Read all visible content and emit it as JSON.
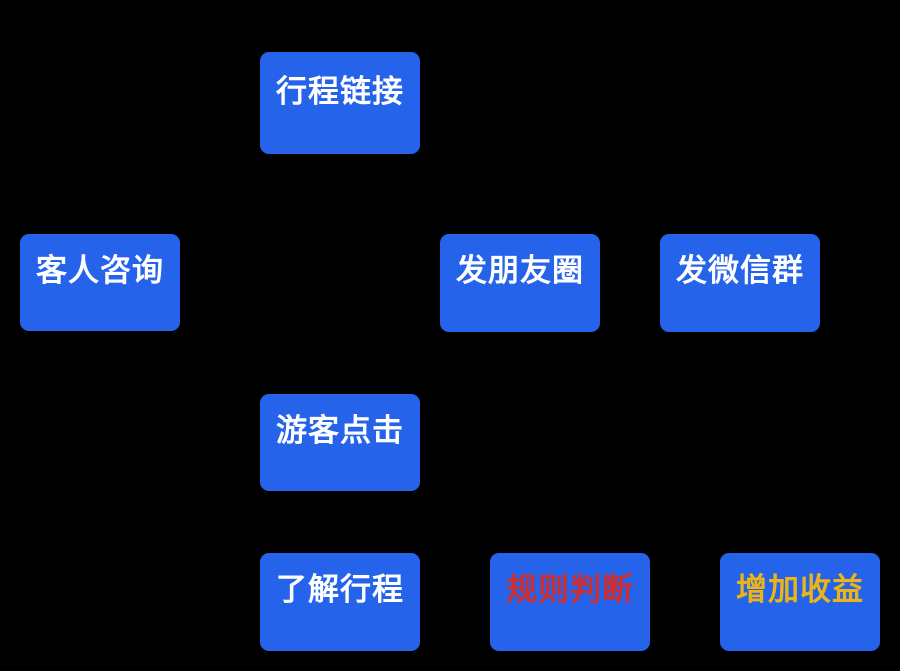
{
  "colors": {
    "background": "#000000",
    "node_fill": "#2563eb",
    "text_default": "#ffffff",
    "text_alert": "#d22d2d",
    "text_highlight": "#ecb517"
  },
  "diagram": {
    "type": "flowchart",
    "nodes": [
      {
        "id": "itinerary-link",
        "label": "行程链接",
        "text_color": "#ffffff"
      },
      {
        "id": "customer-inquiry",
        "label": "客人咨询",
        "text_color": "#ffffff"
      },
      {
        "id": "post-moments",
        "label": "发朋友圈",
        "text_color": "#ffffff"
      },
      {
        "id": "post-wechat-group",
        "label": "发微信群",
        "text_color": "#ffffff"
      },
      {
        "id": "tourist-click",
        "label": "游客点击",
        "text_color": "#ffffff"
      },
      {
        "id": "view-itinerary",
        "label": "了解行程",
        "text_color": "#ffffff"
      },
      {
        "id": "rule-judgment",
        "label": "规则判断",
        "text_color": "#d22d2d"
      },
      {
        "id": "increase-revenue",
        "label": "增加收益",
        "text_color": "#ecb517"
      }
    ]
  }
}
